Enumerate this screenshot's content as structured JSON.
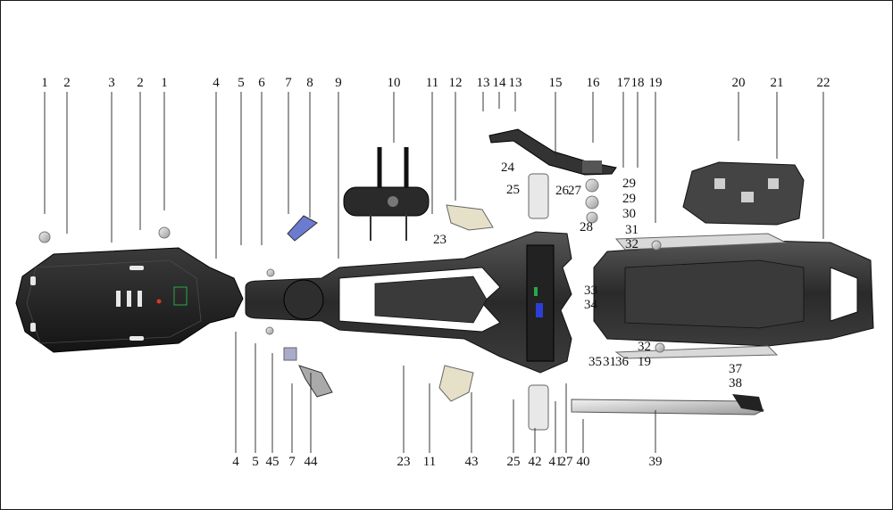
{
  "title": "",
  "top_callouts": [
    "1",
    "2",
    "3",
    "2",
    "1",
    "4",
    "5",
    "6",
    "7",
    "8",
    "9",
    "10",
    "11",
    "12",
    "13",
    "14",
    "13",
    "15",
    "16",
    "17",
    "18",
    "19",
    "20",
    "21",
    "22"
  ],
  "bottom_callouts": [
    "4",
    "5",
    "45",
    "7",
    "44",
    "23",
    "11",
    "43",
    "25",
    "42",
    "41",
    "27",
    "40",
    "39"
  ],
  "inline_callouts": [
    "24",
    "25",
    "26",
    "27",
    "28",
    "29",
    "29",
    "30",
    "23",
    "31",
    "32",
    "33",
    "34",
    "35",
    "31",
    "36",
    "32",
    "19",
    "37",
    "38"
  ],
  "colors": {
    "frame": "#2a2a2a",
    "frame_highlight": "#5a5a5a",
    "part_dark": "#1e1e1e",
    "part_silver": "#c9c9c9",
    "accent_blue": "#2b3fd6",
    "accent_green": "#2aa84a",
    "accent_red": "#d63a2a"
  },
  "parts": [
    {
      "id": "skid-plate",
      "icon": "skid-plate-icon"
    },
    {
      "id": "main-frame",
      "icon": "frame-icon"
    },
    {
      "id": "rear-subframe",
      "icon": "subframe-icon"
    },
    {
      "id": "swing-arm-guard",
      "icon": "guard-icon"
    },
    {
      "id": "rear-brake-pedal",
      "icon": "pedal-icon"
    },
    {
      "id": "footpeg",
      "icon": "footpeg-icon"
    },
    {
      "id": "side-stand",
      "icon": "kickstand-icon"
    },
    {
      "id": "cdi-bracket",
      "icon": "bracket-icon"
    }
  ]
}
